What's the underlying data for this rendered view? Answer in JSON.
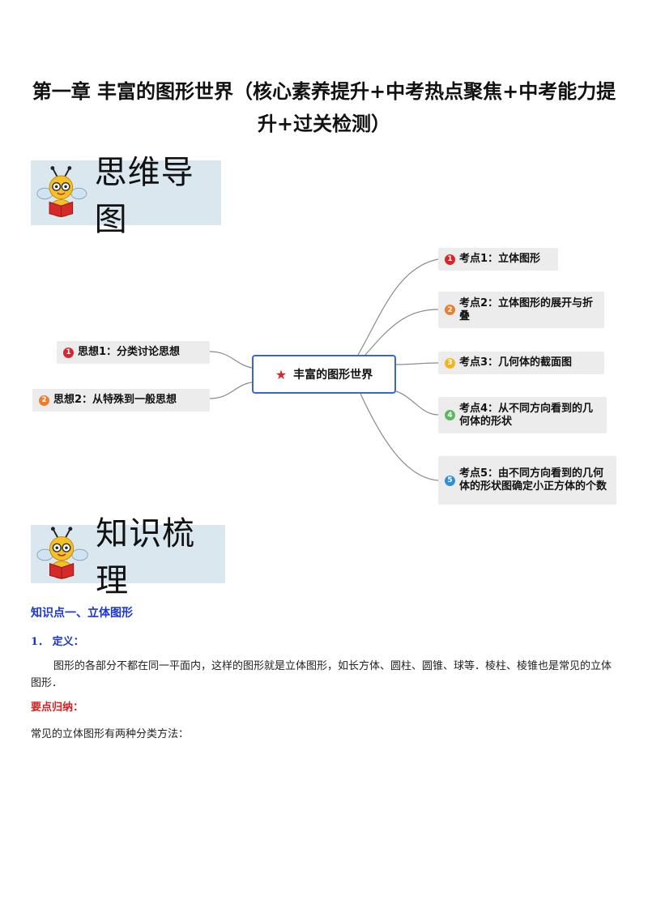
{
  "title": "第一章  丰富的图形世界（核心素养提升+中考热点聚焦+中考能力提升+过关检测）",
  "banner1": "思维导图",
  "banner2": "知识梳理",
  "mindmap": {
    "center": "丰富的图形世界",
    "left": [
      {
        "num": "1",
        "label": "思想1：分类讨论思想",
        "color": "#d6262c"
      },
      {
        "num": "2",
        "label": "思想2：从特殊到一般思想",
        "color": "#ef7d2e"
      }
    ],
    "right": [
      {
        "num": "1",
        "label": "考点1：立体图形",
        "color": "#d6262c"
      },
      {
        "num": "2",
        "label": "考点2：立体图形的展开与折叠",
        "color": "#ef7d2e"
      },
      {
        "num": "3",
        "label": "考点3：几何体的截面图",
        "color": "#f2b51d"
      },
      {
        "num": "4",
        "label": "考点4：从不同方向看到的几何体的形状",
        "color": "#5cb85c"
      },
      {
        "num": "5",
        "label": "考点5：由不同方向看到的几何体的形状图确定小正方体的个数",
        "color": "#2f8fd8"
      }
    ]
  },
  "section1": {
    "heading": "知识点一、立体图形",
    "def_label": "1．  定义：",
    "def_text": "图形的各部分不都在同一平面内，这样的图形就是立体图形，如长方体、圆柱、圆锥、球等．棱柱、棱锥也是常见的立体图形．",
    "key_label": "要点归纳：",
    "key_text": "常见的立体图形有两种分类方法："
  }
}
